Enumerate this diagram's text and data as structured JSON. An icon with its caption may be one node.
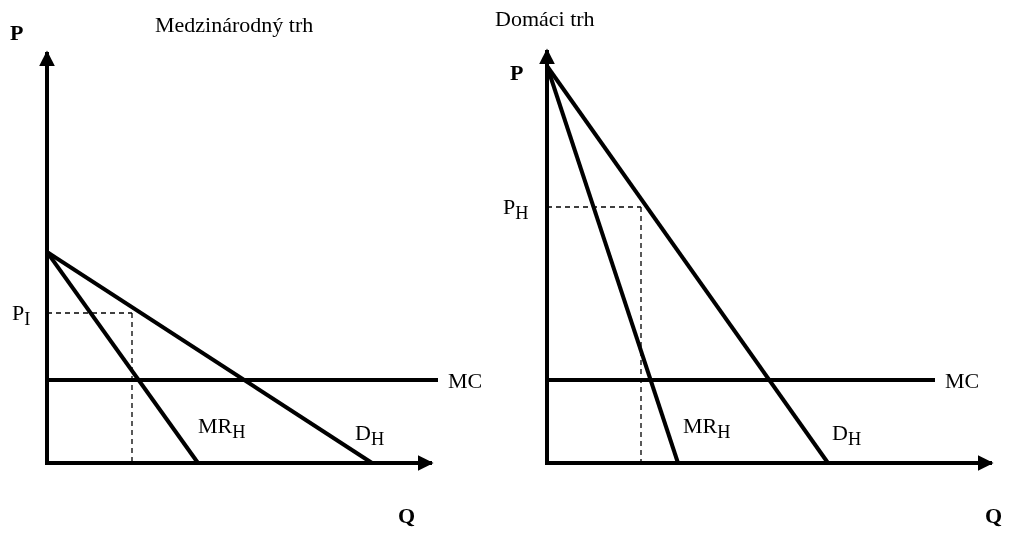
{
  "diagram": {
    "labels": [
      "P",
      "Medzinárodný trh",
      "P$_{I}$",
      "MC",
      "MR$_{H}$",
      "D$_{H}$",
      "Q",
      "Domáci trh",
      "P",
      "P$_{H}$",
      "MC",
      "MR$_{H}$",
      "D$_{H}$",
      "Q"
    ]
  }
}
